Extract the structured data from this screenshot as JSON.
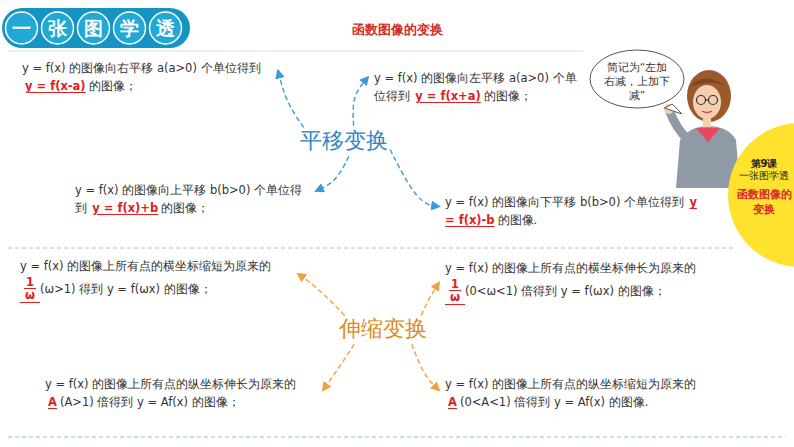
{
  "diagram": {
    "title": "函数图像的变换",
    "nodes": [
      {
        "text": [
          "y = f(x) 的图像向右平移 a(a>0) 个单位得到",
          "y = f(x-a)",
          "的图像；"
        ]
      },
      {
        "text": [
          "y = f(x) 的图像向左平移 a(a>0) 个单位得到",
          "y = f(x+a)",
          "的图像；"
        ]
      },
      {
        "text": [
          "平移变换"
        ]
      },
      {
        "text": [
          "简记为“左加右减，上加下减”"
        ]
      },
      {
        "text": [
          "y = f(x) 的图像向上平移 b(b>0) 个单位得到",
          "y = f(x)+b",
          "的图像；"
        ]
      },
      {
        "text": [
          "y = f(x) 的图像向下平移 b(b>0) 个单位得到",
          "y = f(x)-b",
          "的图像."
        ]
      },
      {
        "text": [
          "第9课",
          "一张图学透",
          "函数图像的变换"
        ]
      },
      {
        "text": [
          "y = f(x) 的图像上所有点的横坐标缩短为原来的",
          "1",
          "ω",
          "(ω>1) 得到 y = f(ωx) 的图像；"
        ]
      },
      {
        "text": [
          "y = f(x) 的图像上所有点的横坐标伸长为原来的",
          "1",
          "ω",
          "(0<ω<1) 倍得到 y = f(ωx) 的图像；"
        ]
      },
      {
        "text": [
          "伸缩变换"
        ]
      },
      {
        "text": [
          "y = f(x) 的图像上所有点的纵坐标伸长为原来的",
          "A",
          "(A>1) 倍得到 y = Af(x) 的图像；"
        ]
      },
      {
        "text": [
          "y = f(x) 的图像上所有点的纵坐标缩短为原来的",
          "A",
          "(0<A<1) 倍得到 y = Af(x) 的图像."
        ]
      }
    ],
    "edges": [
      {
        "from": 2,
        "to": 0,
        "arrow": "to"
      },
      {
        "from": 2,
        "to": 1,
        "arrow": "to"
      },
      {
        "from": 2,
        "to": 4,
        "arrow": "to"
      },
      {
        "from": 2,
        "to": 5,
        "arrow": "to"
      },
      {
        "from": 9,
        "to": 7,
        "arrow": "to"
      },
      {
        "from": 9,
        "to": 8,
        "arrow": "to"
      },
      {
        "from": 9,
        "to": 10,
        "arrow": "to"
      },
      {
        "from": 9,
        "to": 11,
        "arrow": "to"
      }
    ],
    "labels": [
      "一张图学透"
    ]
  }
}
